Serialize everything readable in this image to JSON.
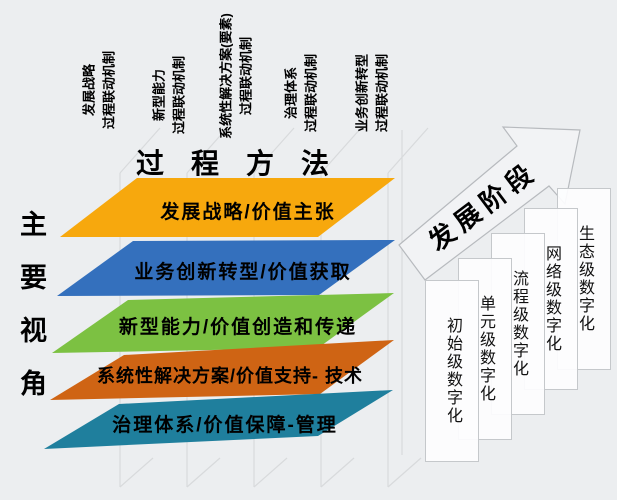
{
  "diagram": {
    "left_axis_title": "主要视角",
    "top_axis_title": "过程方法",
    "arrow_label": "发展阶段"
  },
  "top_labels": [
    {
      "line1": "发展战略",
      "line2": "过程联动机制"
    },
    {
      "line1": "新型能力",
      "line2": "过程联动机制"
    },
    {
      "line1": "系统性解决方案(要素)",
      "line2": "过程联动机制"
    },
    {
      "line1": "治理体系",
      "line2": "过程联动机制"
    },
    {
      "line1": "业务创新转型",
      "line2": "过程联动机制"
    }
  ],
  "bands": [
    {
      "label": "发展战略/价值主张",
      "color": "#F7A80D"
    },
    {
      "label": "业务创新转型/价值获取",
      "color": "#3470BD"
    },
    {
      "label": "新型能力/价值创造和传递",
      "color": "#7CC142"
    },
    {
      "label": "系统性解决方案/价值支持- 技术",
      "color": "#CF6414"
    },
    {
      "label": "治理体系/价值保障-管理",
      "color": "#1F7F9D"
    }
  ],
  "stages": [
    {
      "label": "初始级数字化"
    },
    {
      "label": "单元级数字化"
    },
    {
      "label": "流程级数字化"
    },
    {
      "label": "网络级数字化"
    },
    {
      "label": "生态级数字化"
    }
  ],
  "colors": {
    "background": "#ECEEF0",
    "grid_line": "#D8DADC",
    "arrow_fill": "#F2F3F5",
    "arrow_stroke": "#B7BABE",
    "text": "#000000"
  }
}
